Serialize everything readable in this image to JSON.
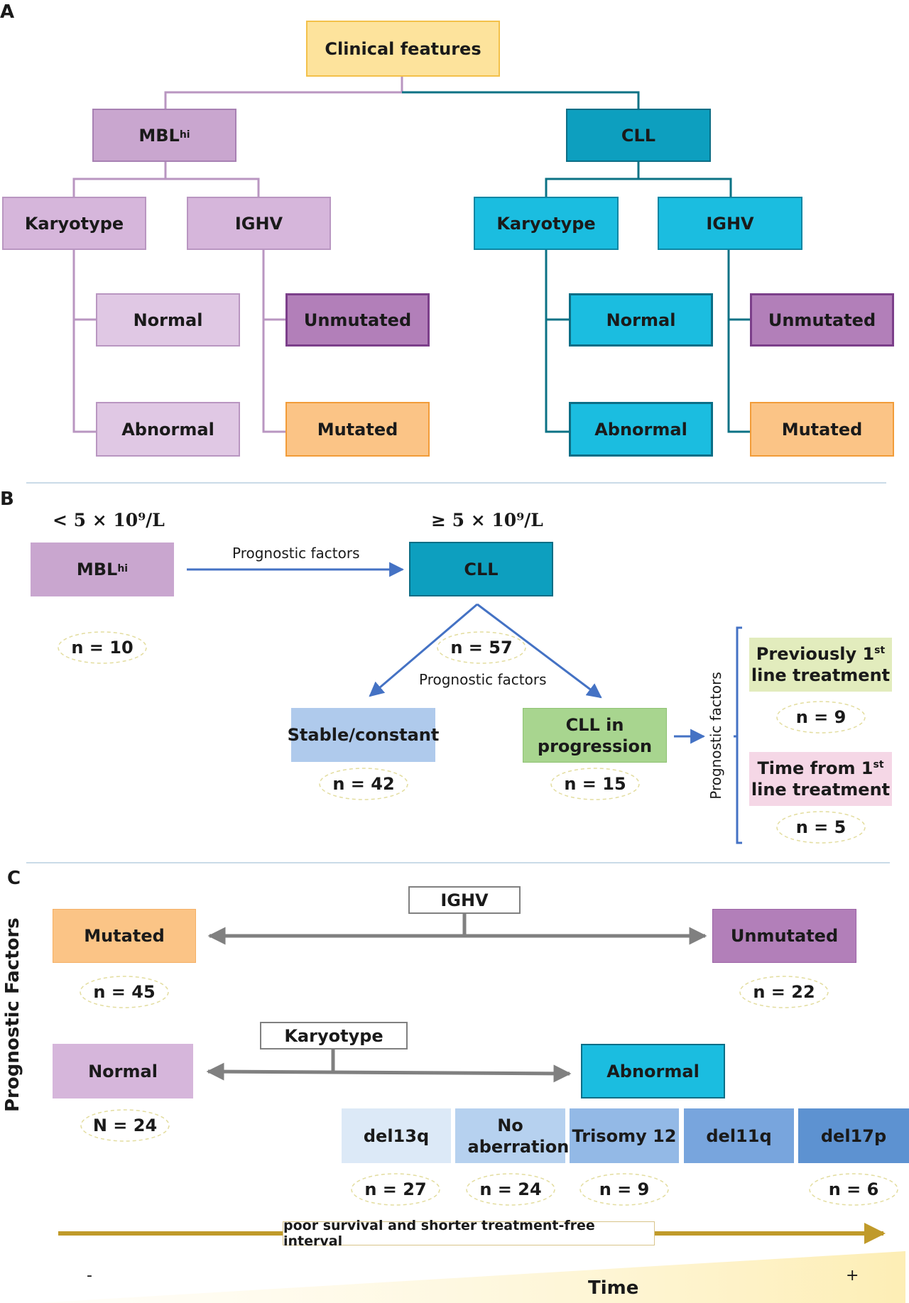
{
  "panel_labels": {
    "a": "A",
    "b": "B",
    "c": "C"
  },
  "panel_a": {
    "root": "Clinical features",
    "mbl": {
      "label": "MBL",
      "sup": "hi"
    },
    "cll": "CLL",
    "mbl_karyotype": "Karyotype",
    "mbl_ighv": "IGHV",
    "cll_karyotype": "Karyotype",
    "cll_ighv": "IGHV",
    "mbl_normal": "Normal",
    "mbl_abnormal": "Abnormal",
    "mbl_unmutated": "Unmutated",
    "mbl_mutated": "Mutated",
    "cll_normal": "Normal",
    "cll_abnormal": "Abnormal",
    "cll_unmutated": "Unmutated",
    "cll_mutated": "Mutated"
  },
  "panel_b": {
    "threshold_low": "< 5 × 10⁹/L",
    "threshold_high": "≥ 5 × 10⁹/L",
    "mbl": {
      "label": "MBL",
      "sup": "hi"
    },
    "arrow_label_top": "Prognostic factors",
    "cll": "CLL",
    "n_mbl": "n = 10",
    "n_cll": "n = 57",
    "arrow_label_mid": "Prognostic factors",
    "stable": "Stable/constant",
    "progression": "CLL in progression",
    "n_stable": "n = 42",
    "n_progression": "n = 15",
    "vertical_label": "Prognostic factors",
    "previously": {
      "pre": "Previously 1",
      "sup": "st",
      "post": "line treatment"
    },
    "n_previously": "n = 9",
    "time_from": {
      "pre": "Time from 1",
      "sup": "st",
      "post": "line treatment"
    },
    "n_time_from": "n = 5"
  },
  "panel_c": {
    "side_label": "Prognostic Factors",
    "ighv": "IGHV",
    "mutated": "Mutated",
    "unmutated": "Unmutated",
    "n_mutated": "n = 45",
    "n_unmutated": "n = 22",
    "karyotype": "Karyotype",
    "normal": "Normal",
    "abnormal": "Abnormal",
    "n_normal": "N = 24",
    "aberrations": [
      {
        "label": "del13q",
        "n": "n = 27"
      },
      {
        "label": "No aberration",
        "n": "n = 24"
      },
      {
        "label": "Trisomy 12",
        "n": "n = 9"
      },
      {
        "label": "del11q",
        "n": ""
      },
      {
        "label": "del17p",
        "n": "n = 6"
      }
    ],
    "survival_label": "poor survival and shorter treatment-free interval",
    "minus": "-",
    "plus": "+",
    "time": "Time"
  },
  "colors": {
    "mbl_line": "#b996c1",
    "cll_line": "#0b7285",
    "blue_arrow": "#4472c4",
    "grey_arrow": "#808080",
    "gold_arrow": "#c09a2a",
    "divider": "#b9cfe0"
  }
}
